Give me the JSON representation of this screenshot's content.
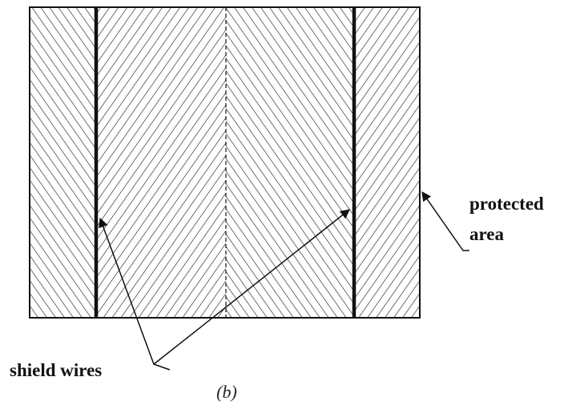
{
  "labels": {
    "protected_area_line1": "protected",
    "protected_area_line2": "area",
    "shield_wires": "shield wires",
    "caption": "(b)"
  },
  "colors": {
    "ink": "#111111",
    "hatch": "#222222",
    "background": "#ffffff"
  }
}
